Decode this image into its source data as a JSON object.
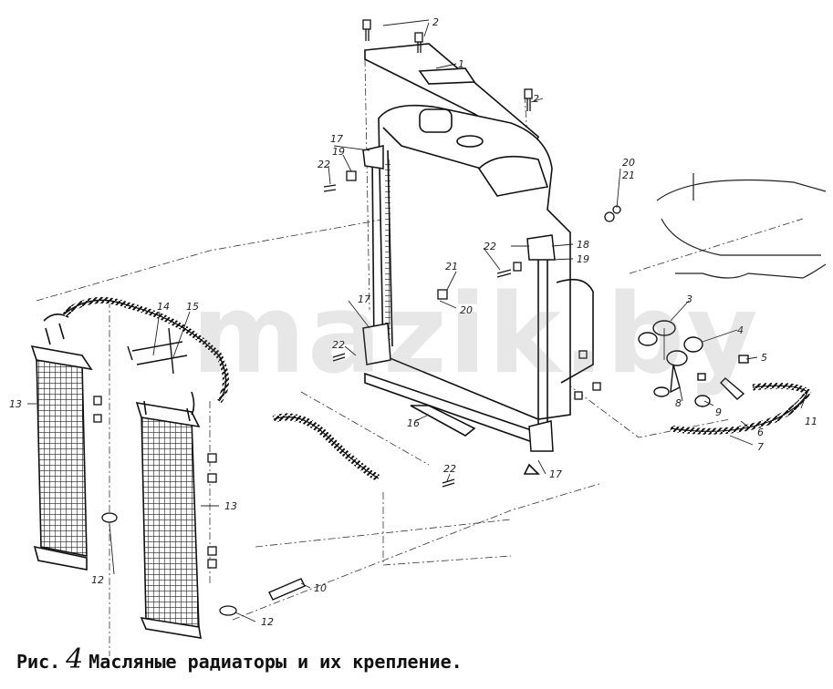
{
  "figure": {
    "prefix": "Рис.",
    "number": "4",
    "title": "Масляные радиаторы и их крепление."
  },
  "watermark": "mazik.by",
  "callouts": {
    "c1": "1",
    "c2a": "2",
    "c2b": "2",
    "c3": "3",
    "c4": "4",
    "c5": "5",
    "c6": "6",
    "c7": "7",
    "c8": "8",
    "c9": "9",
    "c10": "10",
    "c11": "11",
    "c12a": "12",
    "c12b": "12",
    "c13a": "13",
    "c13b": "13",
    "c14": "14",
    "c15": "15",
    "c16": "16",
    "c17a": "17",
    "c17b": "17",
    "c17c": "17",
    "c18": "18",
    "c19a": "19",
    "c19b": "19",
    "c20a": "20",
    "c20b": "20",
    "c21a": "21",
    "c21b": "21",
    "c22a": "22",
    "c22b": "22",
    "c22c": "22",
    "c22d": "22"
  },
  "colors": {
    "ink": "#1a1a1a",
    "paper": "#ffffff"
  }
}
